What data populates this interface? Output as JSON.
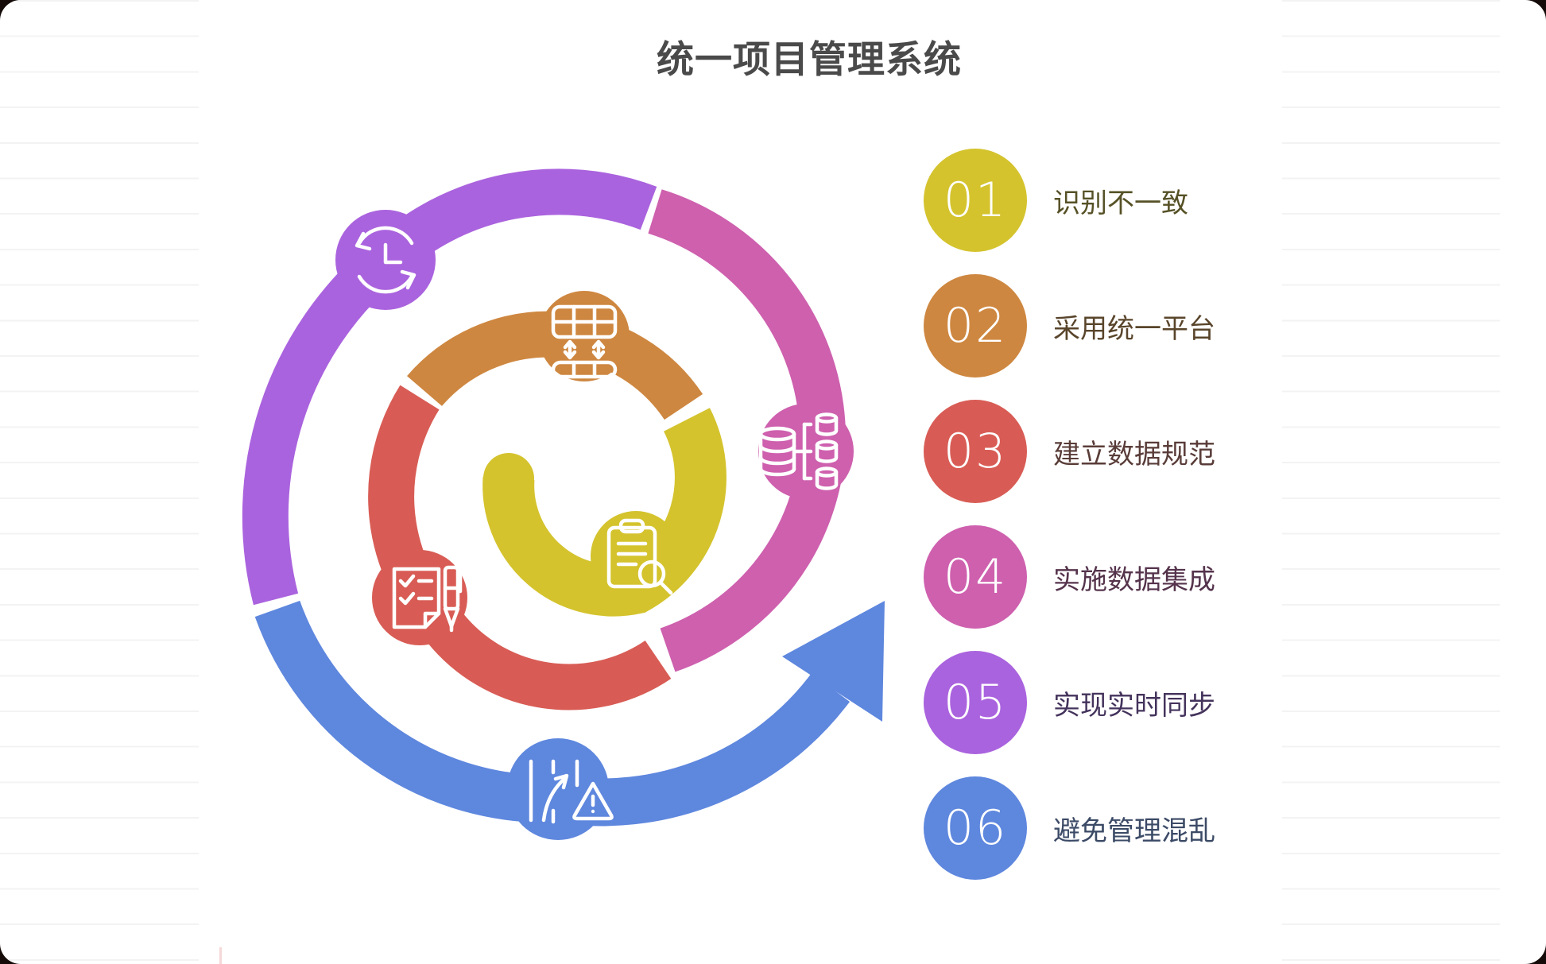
{
  "title": {
    "text": "统一项目管理系统"
  },
  "colors": {
    "title_text": "#4a4a4a",
    "page_corner_backdrop": "#150b09",
    "ruled_line": "#f3f3f3",
    "card_accent_sliver": "#f5d8d8",
    "icon_line": "#ffffff"
  },
  "steps": [
    {
      "num": "01",
      "label": "识别不一致",
      "color": "#d4c32d",
      "label_color": "#565126",
      "icon": "clipboard-search-icon"
    },
    {
      "num": "02",
      "label": "采用统一平台",
      "color": "#ce8740",
      "label_color": "#59452b",
      "icon": "tables-sync-icon"
    },
    {
      "num": "03",
      "label": "建立数据规范",
      "color": "#d85c55",
      "label_color": "#593c38",
      "icon": "checklist-pen-icon"
    },
    {
      "num": "04",
      "label": "实施数据集成",
      "color": "#ce60ae",
      "label_color": "#55334c",
      "icon": "database-split-icon"
    },
    {
      "num": "05",
      "label": "实现实时同步",
      "color": "#aa63de",
      "label_color": "#44335c",
      "icon": "clock-sync-icon"
    },
    {
      "num": "06",
      "label": "避免管理混乱",
      "color": "#5e87de",
      "label_color": "#3b4a66",
      "icon": "road-warning-icon"
    }
  ]
}
